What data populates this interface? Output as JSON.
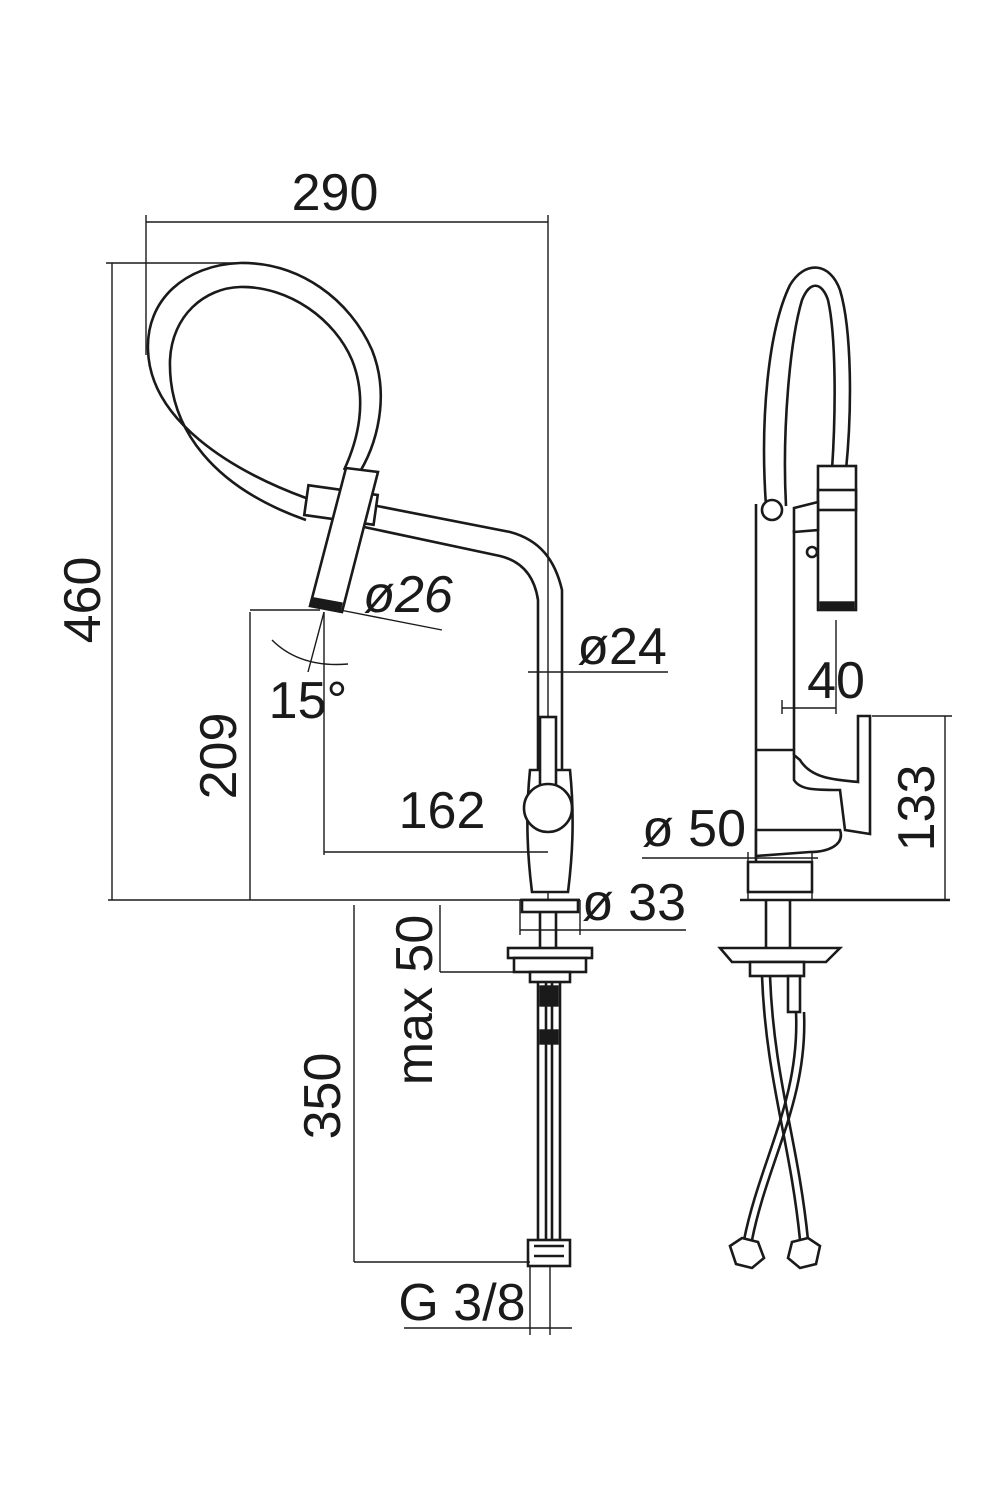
{
  "drawing": {
    "dimensions": {
      "width_290": "290",
      "height_460": "460",
      "hose_diameter": "ø26",
      "spout_diameter": "ø24",
      "angle": "15°",
      "spout_height": "209",
      "reach": "162",
      "body_diameter": "ø 33",
      "deck_thickness": "max 50",
      "hose_length": "350",
      "connection": "G 3/8",
      "handle_offset": "40",
      "base_diameter": "ø 50",
      "handle_height": "133"
    }
  }
}
